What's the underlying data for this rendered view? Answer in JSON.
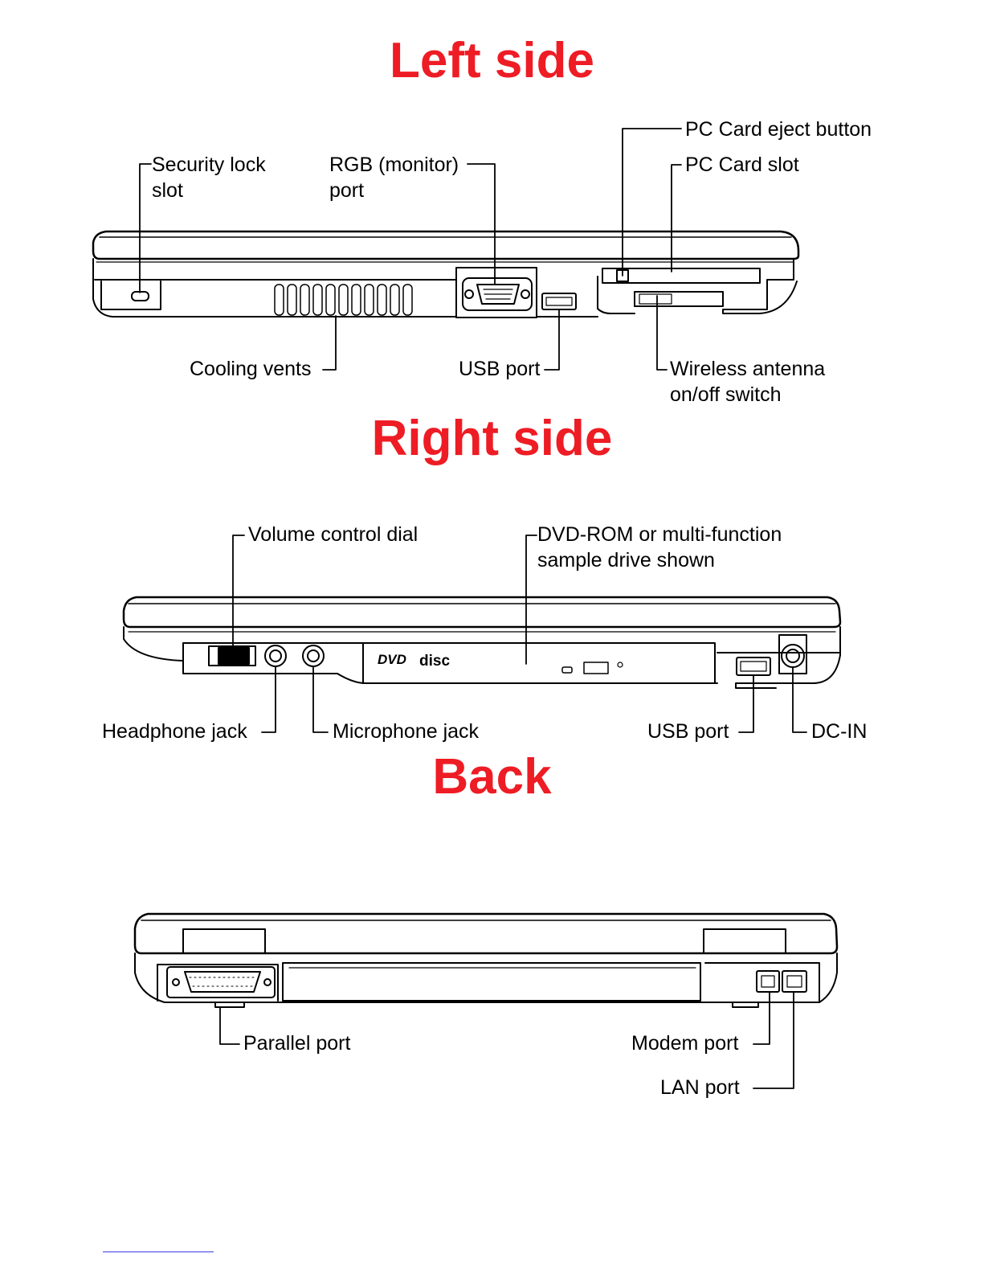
{
  "sections": {
    "left": {
      "title": "Left side"
    },
    "right": {
      "title": "Right side"
    },
    "back": {
      "title": "Back"
    }
  },
  "labels": {
    "security_lock_slot": [
      "Security lock",
      "slot"
    ],
    "rgb_monitor_port": [
      "RGB (monitor)",
      "port"
    ],
    "pc_card_eject_button": "PC Card eject button",
    "pc_card_slot": "PC Card slot",
    "cooling_vents": "Cooling vents",
    "usb_port_left": "USB port",
    "wireless_switch": [
      "Wireless antenna",
      "on/off switch"
    ],
    "volume_control_dial": "Volume control dial",
    "dvd_rom": [
      "DVD-ROM or multi-function",
      "sample drive shown"
    ],
    "headphone_jack": "Headphone jack",
    "microphone_jack": "Microphone jack",
    "usb_port_right": "USB port",
    "dc_in": "DC-IN",
    "parallel_port": "Parallel port",
    "modem_port": "Modem port",
    "lan_port": "LAN port"
  },
  "drive_logo": {
    "dvd": "DVD",
    "disc": "disc"
  },
  "colors": {
    "heading": "#ee1c24",
    "line": "#000000",
    "footer_rule": "#3a3ae8"
  }
}
